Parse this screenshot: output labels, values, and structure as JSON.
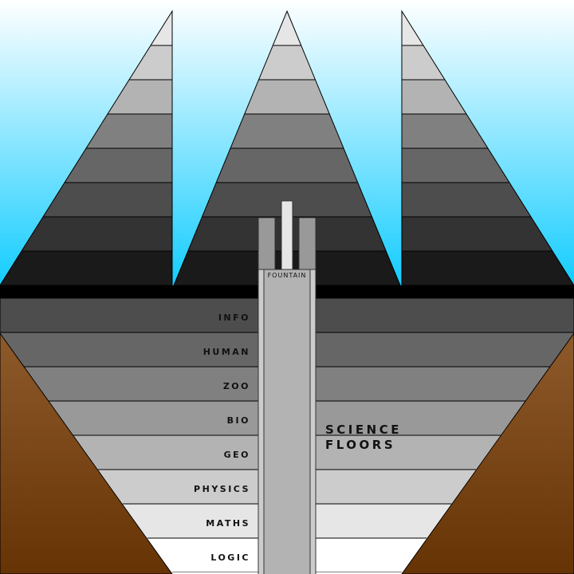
{
  "colors": {
    "sky_top": "#ffffff",
    "sky_bottom": "#12ccff",
    "earth_top": "#8e5a2b",
    "earth_bottom": "#663305",
    "pyramid_bands": [
      "#e6e6e6",
      "#cccccc",
      "#b3b3b3",
      "#808080",
      "#666666",
      "#4d4d4d",
      "#333333",
      "#1a1a1a"
    ]
  },
  "fountain": {
    "label": "FOUNTAIN"
  },
  "science": {
    "line1": "SCIENCE",
    "line2": "FLOORS"
  },
  "floors": [
    {
      "label": "INFO",
      "color": "#4d4d4d"
    },
    {
      "label": "HUMAN",
      "color": "#666666"
    },
    {
      "label": "ZOO",
      "color": "#808080"
    },
    {
      "label": "BIO",
      "color": "#999999"
    },
    {
      "label": "GEO",
      "color": "#b3b3b3"
    },
    {
      "label": "PHYSICS",
      "color": "#cccccc"
    },
    {
      "label": "MATHS",
      "color": "#e6e6e6"
    },
    {
      "label": "LOGIC",
      "color": "#ffffff"
    }
  ]
}
